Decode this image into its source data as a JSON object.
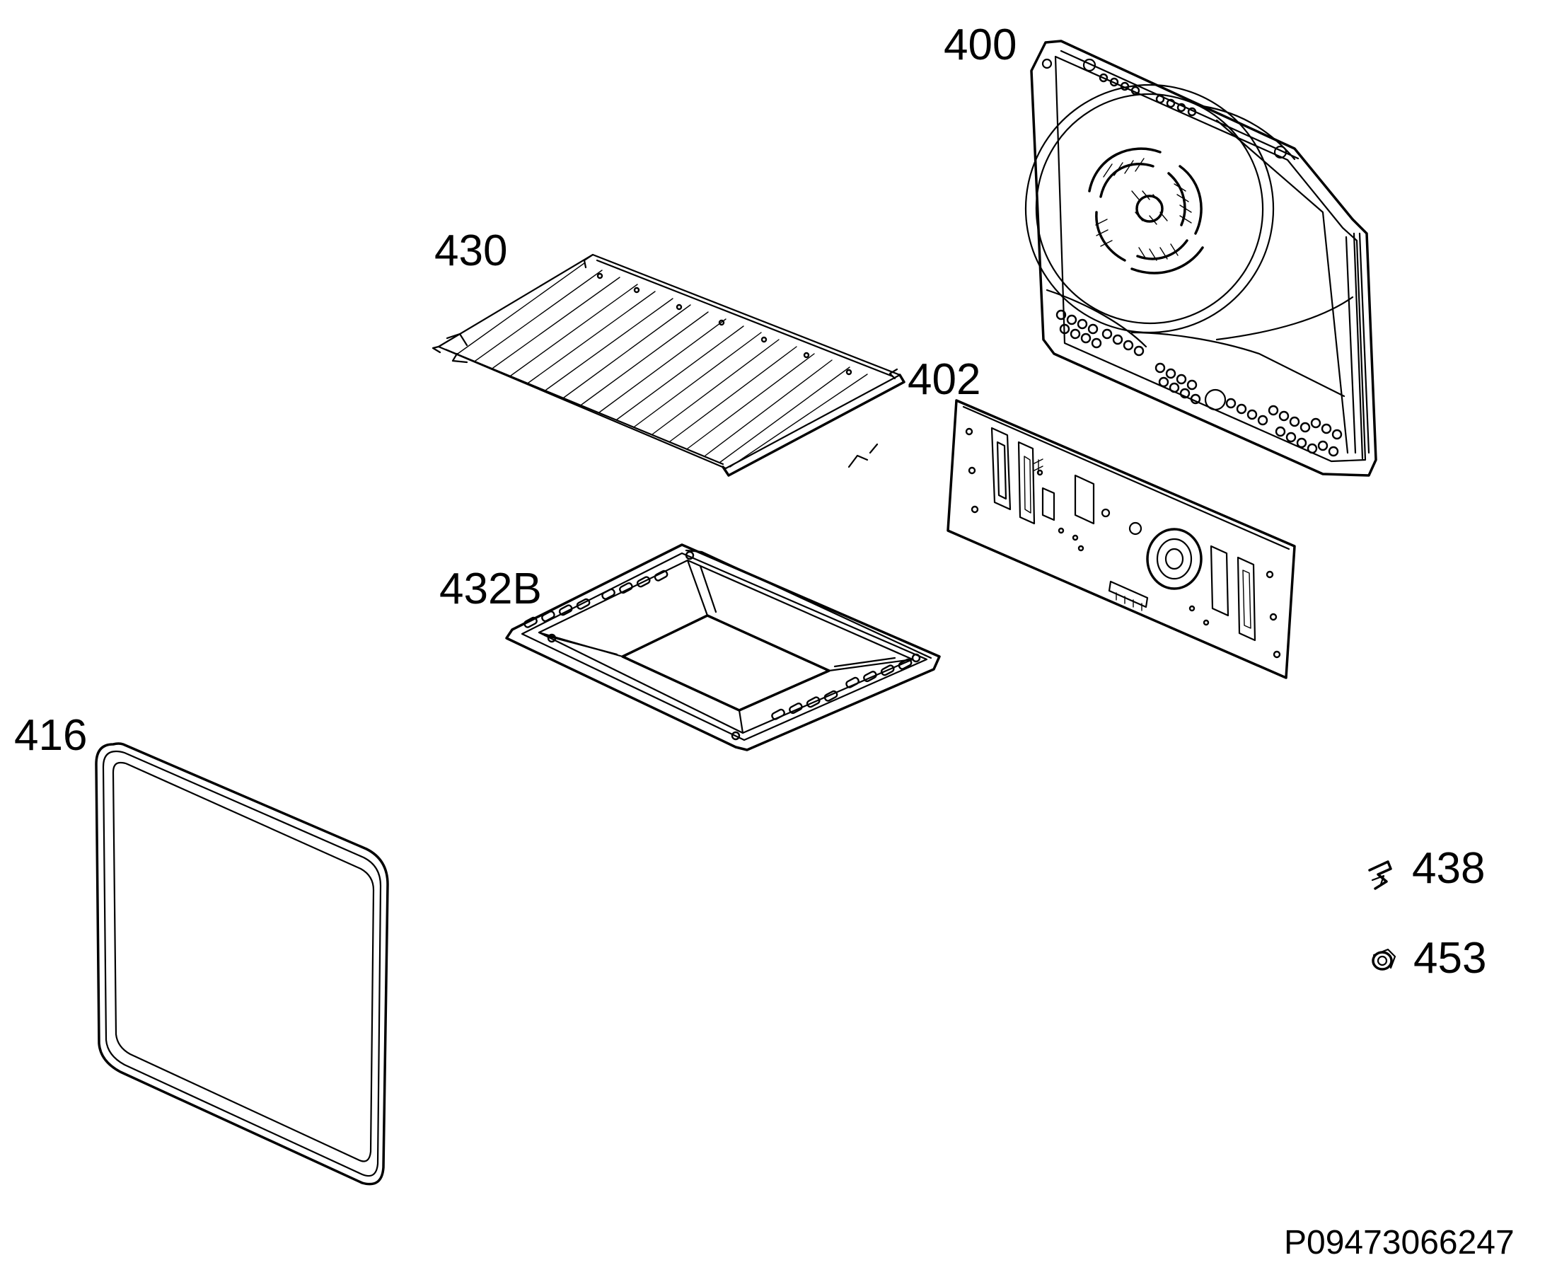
{
  "parts": [
    {
      "id": "part-400",
      "label": "400",
      "icon": "fan-cover-back-panel"
    },
    {
      "id": "part-402",
      "label": "402",
      "icon": "back-wall-plate"
    },
    {
      "id": "part-430",
      "label": "430",
      "icon": "wire-shelf-rack"
    },
    {
      "id": "part-432b",
      "label": "432B",
      "icon": "baking-tray"
    },
    {
      "id": "part-416",
      "label": "416",
      "icon": "door-seal-gasket"
    },
    {
      "id": "part-438",
      "label": "438",
      "icon": "clip"
    },
    {
      "id": "part-453",
      "label": "453",
      "icon": "bushing"
    }
  ],
  "drawing_code": "P09473066247"
}
